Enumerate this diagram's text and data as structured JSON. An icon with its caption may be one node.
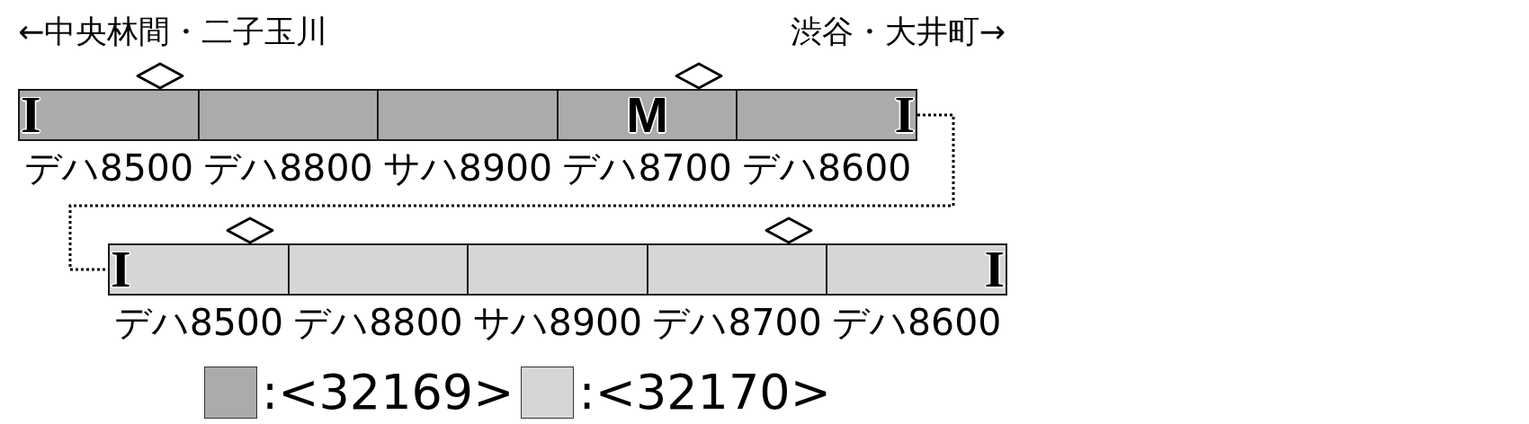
{
  "diagram": {
    "nodes": [
      {
        "text": [
          "I"
        ],
        "beside": [
          "デハ8500"
        ]
      },
      {
        "text": [],
        "shape": "box",
        "beside": [
          "デハ8800"
        ]
      },
      {
        "text": [],
        "shape": "box",
        "beside": [
          "サハ8900"
        ]
      },
      {
        "text": [
          "M"
        ],
        "beside": [
          "デハ8700"
        ]
      },
      {
        "text": [
          "I"
        ],
        "beside": [
          "デハ8600"
        ]
      },
      {
        "text": [
          "I"
        ],
        "beside": [
          "デハ8500"
        ]
      },
      {
        "text": [],
        "shape": "box",
        "beside": [
          "デハ8800"
        ]
      },
      {
        "text": [],
        "shape": "box",
        "beside": [
          "サハ8900"
        ]
      },
      {
        "text": [],
        "shape": "box",
        "beside": [
          "デハ8700"
        ]
      },
      {
        "text": [
          "I"
        ],
        "beside": [
          "デハ8600"
        ]
      }
    ],
    "edges": [
      {
        "from": 4,
        "to": 5,
        "arrow": "none",
        "style": "dashed"
      }
    ],
    "labels": [
      "←中央林間・二子玉川",
      "渋谷・大井町→"
    ],
    "legend": [
      {
        "text": ":<32169>",
        "color": "#ababab"
      },
      {
        "text": ":<32170>",
        "color": "#d6d6d6"
      }
    ]
  }
}
